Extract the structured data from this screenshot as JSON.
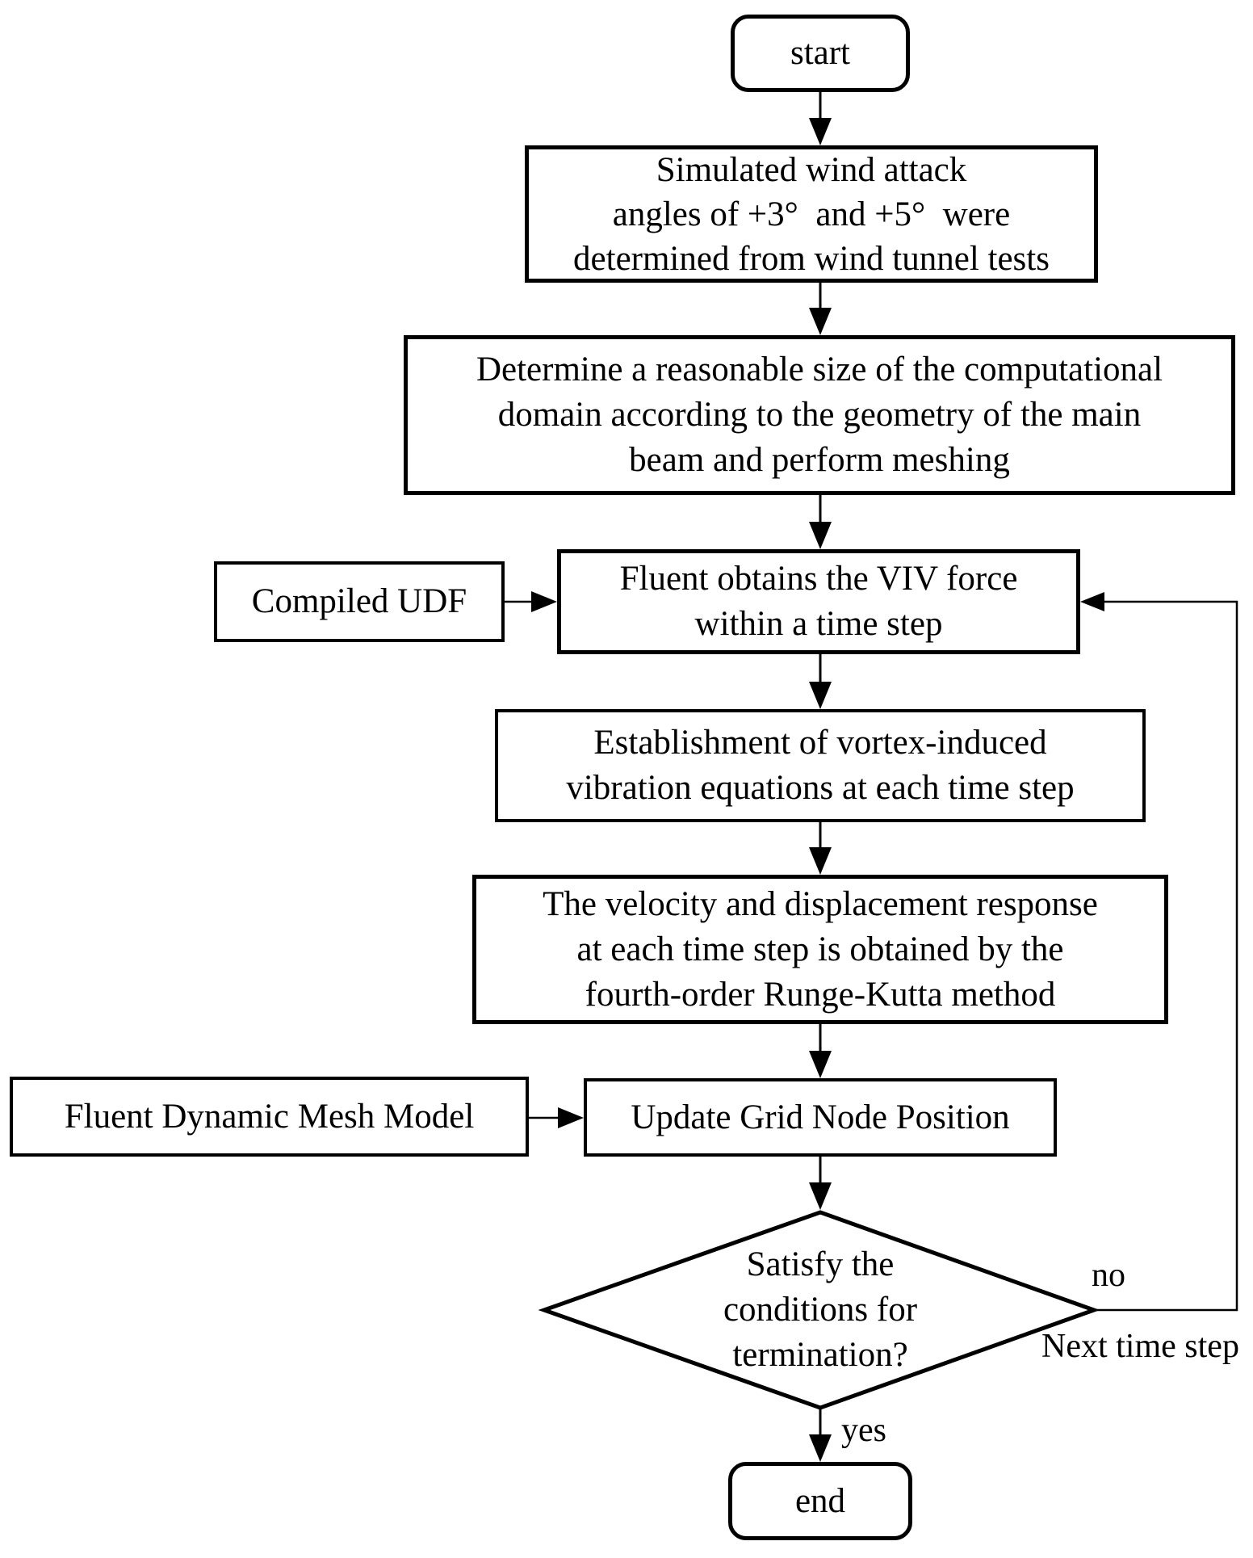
{
  "figure": {
    "title": "CFD vortex-induced vibration simulation flowchart",
    "colors": {
      "stroke": "#000000",
      "fill": "#ffffff"
    },
    "nodes": {
      "start": {
        "label": "start"
      },
      "wind_attack": {
        "lines": [
          "Simulated wind attack",
          "angles of +3°  and +5°  were",
          "determined from wind tunnel tests"
        ]
      },
      "domain_mesh": {
        "lines": [
          "Determine a reasonable size of the computational",
          "domain according to the geometry of the main",
          "beam and perform meshing"
        ]
      },
      "compiled_udf": {
        "label": "Compiled UDF"
      },
      "viv_force": {
        "lines": [
          "Fluent obtains the VIV force",
          "within a time step"
        ]
      },
      "vibration_equations": {
        "lines": [
          "Establishment of vortex-induced",
          "vibration equations at each time step"
        ]
      },
      "runge_kutta": {
        "lines": [
          "The velocity and displacement response",
          "at each time step is obtained by the",
          "fourth-order Runge-Kutta method"
        ]
      },
      "dynamic_mesh": {
        "label": "Fluent Dynamic Mesh Model"
      },
      "update_grid": {
        "label": "Update Grid Node Position"
      },
      "termination_decision": {
        "lines": [
          "Satisfy the",
          "conditions for",
          "termination?"
        ]
      },
      "end": {
        "label": "end"
      }
    },
    "edge_labels": {
      "no": "no",
      "next_time_step": "Next time step",
      "yes": "yes"
    }
  }
}
